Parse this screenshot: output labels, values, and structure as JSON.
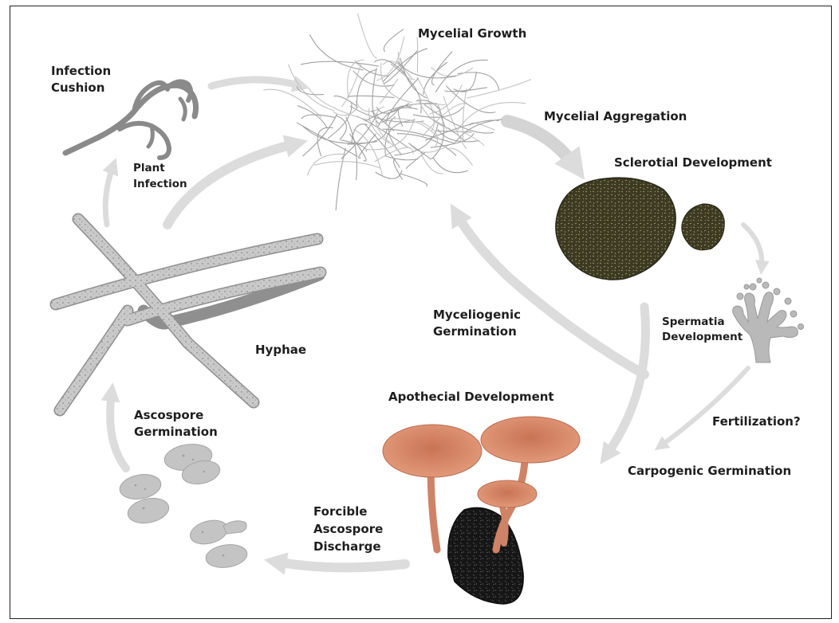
{
  "labels": {
    "mycelial_growth": "Mycelial Growth",
    "mycelial_aggregation": "Mycelial Aggregation",
    "sclerotial_development": "Sclerotial Development",
    "infection_cushion_1": "Infection",
    "infection_cushion_2": "Cushion",
    "plant_infection_1": "Plant",
    "plant_infection_2": "Infection",
    "myceliogenic_1": "Myceliogenic",
    "myceliogenic_2": "Germination",
    "spermatia_1": "Spermatia",
    "spermatia_2": "Development",
    "hyphae": "Hyphae",
    "apothecial_development": "Apothecial Development",
    "fertilization": "Fertilization?",
    "carpogenic_germination": "Carpogenic Germination",
    "ascospore_germination_1": "Ascospore",
    "ascospore_germination_2": "Germination",
    "forcible_1": "Forcible",
    "forcible_2": "Ascospore",
    "forcible_3": "Discharge"
  },
  "colors": {
    "arrow": "#dcdcdc",
    "hyphae_fill": "#c9c9c9",
    "hyphae_edge": "#8f8f8f",
    "sclerotium": "#3c3a22",
    "apothecium": "#d98c6c",
    "spore": "#c4c4c4",
    "text": "#1e1e1e"
  }
}
